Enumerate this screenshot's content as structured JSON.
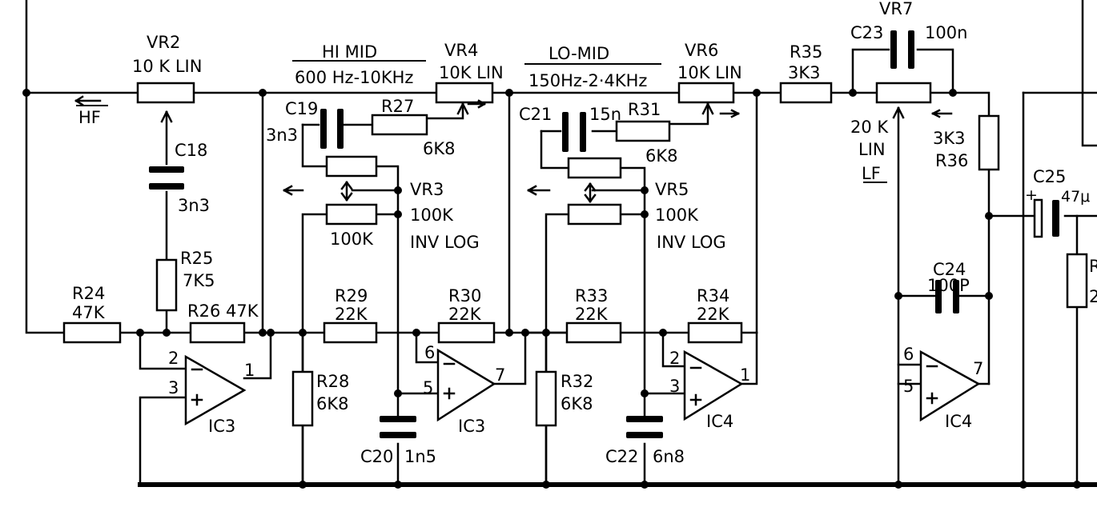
{
  "labels": {
    "vr2_name": "VR2",
    "vr2_val": "10 K LIN",
    "hf": "HF",
    "c18_name": "C18",
    "c18_val": "3n3",
    "r25_name": "R25",
    "r25_val": "7K5",
    "r24_name": "R24",
    "r24_val": "47K",
    "r26": "R26 47K",
    "ic3a": "IC3",
    "pin2": "2",
    "pin3": "3",
    "pin1": "1",
    "himid_title": "HI MID",
    "himid_range": "600 Hz-10KHz",
    "vr4_name": "VR4",
    "vr4_val": "10K LIN",
    "c19_name": "C19",
    "c19_val": "3n3",
    "r27_name": "R27",
    "r27_val": "6K8",
    "vr3_name": "VR3",
    "vr3_val": "100K",
    "vr3_taper": "INV LOG",
    "vr3_inner": "100K",
    "r29_name": "R29",
    "r29_val": "22K",
    "r30_name": "R30",
    "r30_val": "22K",
    "r28_name": "R28",
    "r28_val": "6K8",
    "c20_name": "C20",
    "c20_val": "1n5",
    "ic3b": "IC3",
    "pin6": "6",
    "pin5": "5",
    "pin7": "7",
    "lomid_title": "LO-MID",
    "lomid_range": "150Hz-2·4KHz",
    "vr6_name": "VR6",
    "vr6_val": "10K LIN",
    "c21_name": "C21",
    "c21_val": "15n",
    "r31_name": "R31",
    "r31_val": "6K8",
    "vr5_name": "VR5",
    "vr5_val": "100K",
    "vr5_taper": "INV LOG",
    "r33_name": "R33",
    "r33_val": "22K",
    "r34_name": "R34",
    "r34_val": "22K",
    "r32_name": "R32",
    "r32_val": "6K8",
    "c22_name": "C22",
    "c22_val": "6n8",
    "ic4a": "IC4",
    "pin2b": "2",
    "pin3b": "3",
    "pin1b": "1",
    "r35_name": "R35",
    "r35_val": "3K3",
    "vr7_name": "VR7",
    "c23_name": "C23",
    "c23_val": "100n",
    "vr7_val": "20 K",
    "vr7_taper": "LIN",
    "lf": "LF",
    "r36_val": "3K3",
    "r36_name": "R36",
    "c24_name": "C24",
    "c24_val": "100P",
    "ic4b": "IC4",
    "pin6b": "6",
    "pin5b": "5",
    "pin7b": "7",
    "c25_name": "C25",
    "c25_val": "47μ",
    "c25_plus": "+",
    "r_edge1": "R",
    "r_edge2": "2"
  }
}
